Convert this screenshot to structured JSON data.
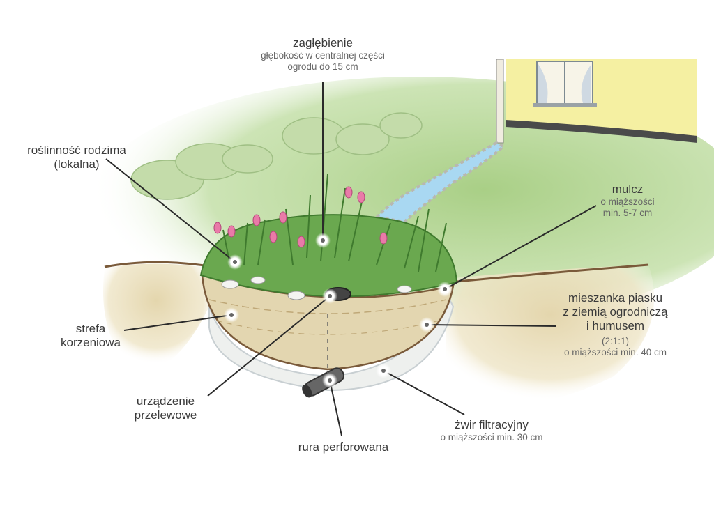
{
  "labels": {
    "depression": {
      "title": "zagłębienie",
      "sub_lines": [
        "głębokość w centralnej części",
        "ogrodu do 15 cm"
      ]
    },
    "native_plants": {
      "title_lines": [
        "roślinność rodzima",
        "(lokalna)"
      ]
    },
    "mulch": {
      "title": "mulcz",
      "sub_lines": [
        "o miąższości",
        "min. 5-7 cm"
      ]
    },
    "soil_mix": {
      "title_lines": [
        "mieszanka piasku",
        "z ziemią ogrodniczą",
        "i humusem"
      ],
      "sub_lines": [
        "(2:1:1)",
        "o miąższości min. 40 cm"
      ]
    },
    "root_zone": {
      "title_lines": [
        "strefa",
        "korzeniowa"
      ]
    },
    "overflow": {
      "title_lines": [
        "urządzenie",
        "przelewowe"
      ]
    },
    "gravel": {
      "title": "żwir filtracyjny",
      "sub": "o miąższości min. 30 cm"
    },
    "pipe": {
      "title": "rura perforowana"
    }
  },
  "colors": {
    "lawn": "#b9d89a",
    "lawn_dark": "#7fb35f",
    "soil": "#e8dcb9",
    "soil_band": "#d9c9a0",
    "gravel": "#eef0ee",
    "wall": "#f4ef9e",
    "water": "#a9d8f2",
    "plants": "#4f8f3a",
    "flowers": "#e97aa8",
    "leader": "#2a2a2a",
    "marker": "#ffffff"
  }
}
